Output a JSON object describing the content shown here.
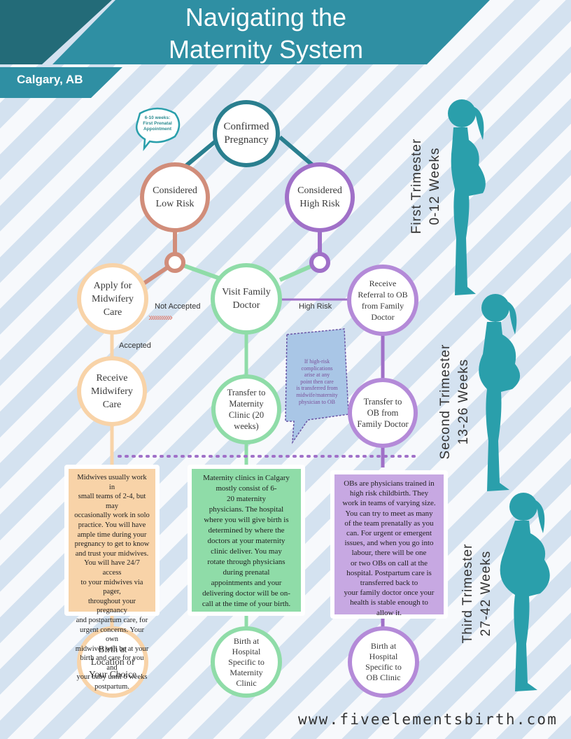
{
  "header": {
    "title_line1": "Navigating the",
    "title_line2": "Maternity System",
    "location": "Calgary, AB"
  },
  "bubble_note": {
    "line1": "6-10 weeks:",
    "line2": "First Prenatal",
    "line3": "Appointment"
  },
  "nodes": {
    "confirmed": [
      "Confirmed",
      "Pregnancy"
    ],
    "low_risk": [
      "Considered",
      "Low Risk"
    ],
    "high_risk": [
      "Considered",
      "High Risk"
    ],
    "apply_midwifery": [
      "Apply for",
      "Midwifery",
      "Care"
    ],
    "visit_doctor": [
      "Visit Family",
      "Doctor"
    ],
    "referral_ob": [
      "Receive",
      "Referral to OB",
      "from Family",
      "Doctor"
    ],
    "receive_midwifery": [
      "Receive",
      "Midwifery",
      "Care"
    ],
    "transfer_clinic": [
      "Transfer to",
      "Maternity",
      "Clinic (20",
      "weeks)"
    ],
    "transfer_ob": [
      "Transfer to",
      "OB from",
      "Family Doctor"
    ],
    "birth_choice": [
      "Birth at",
      "Location of",
      "Your Choice"
    ],
    "birth_clinic": [
      "Birth at",
      "Hospital",
      "Specific to",
      "Maternity",
      "Clinic"
    ],
    "birth_ob": [
      "Birth at",
      "Hospital",
      "Specific to",
      "OB Clinic"
    ]
  },
  "edge_labels": {
    "not_accepted": "Not Accepted",
    "high_risk": "High Risk",
    "accepted": "Accepted"
  },
  "callout": [
    "If high-risk",
    "complications",
    "arise at any",
    "point then care",
    "is transferred from",
    "midwife/maternity",
    "physician to OB"
  ],
  "info_boxes": {
    "midwife": [
      "Midwives usually work in",
      "small teams of 2-4, but may",
      "occasionally work in solo",
      "practice. You will have",
      "ample time during your",
      "pregnancy to get to know",
      "and trust your midwives.",
      "You will have 24/7 access",
      "to your midwives via pager,",
      "throughout your pregnancy",
      "and postpartum care, for",
      "urgent concerns. Your own",
      "midwives will be at your",
      "birth and care for you and",
      "your baby until 6 weeks",
      "postpartum."
    ],
    "clinic": [
      "Maternity clinics in Calgary",
      "mostly consist of 6-",
      "20 maternity",
      "physicians. The hospital",
      "where you will give birth is",
      "determined by where the",
      "doctors at your maternity",
      "clinic deliver. You may",
      "rotate through physicians",
      "during prenatal",
      "appointments and your",
      "delivering doctor will be on-",
      "call at the time of your birth."
    ],
    "ob": [
      "OBs are physicians trained in",
      "high risk childbirth. They",
      "work in teams of varying size.",
      "You can try to meet as many",
      "of the team prenatally as you",
      "can. For urgent or emergent",
      "issues, and when you go into",
      "labour, there will be one",
      "or two OBs on call at the",
      "hospital. Postpartum care is",
      "transferred back to",
      "your family doctor once your",
      "health is stable enough to",
      "allow it."
    ]
  },
  "trimesters": {
    "first": [
      "First Trimester",
      "0-12 Weeks"
    ],
    "second": [
      "Second Trimester",
      "13-26 Weeks"
    ],
    "third": [
      "Third Trimester",
      "27-42 Weeks"
    ]
  },
  "footer_url": "www.fiveelementsbirth.com",
  "colors": {
    "teal": "#2a7f8f",
    "title_teal": "#2f8fa3",
    "low_risk": "#d18d7a",
    "high_risk": "#a070c8",
    "midwifery": "#f8d3a8",
    "family_doctor": "#8fdca8",
    "ob": "#b48ad8",
    "silhouette": "#2a9fab"
  }
}
